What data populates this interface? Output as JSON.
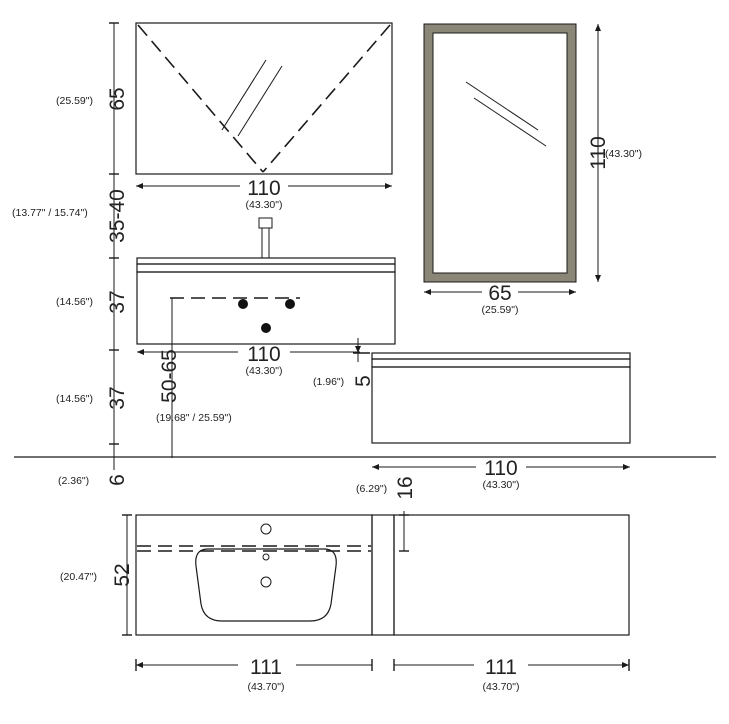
{
  "mirror_cabinet": {
    "width_cm": "110",
    "width_in": "(43.30\")",
    "height_cm": "65",
    "height_in": "(25.59\")",
    "gap_cm": "35-40",
    "gap_in": "(13.77\" / 15.74\")"
  },
  "framed_mirror": {
    "width_cm": "65",
    "width_in": "(25.59\")",
    "height_cm": "110",
    "height_in": "(43.30\")"
  },
  "vanity_front": {
    "width_cm": "110",
    "width_in": "(43.30\")",
    "height_cm": "37",
    "height_in": "(14.56\")",
    "drain_height_cm": "50-65",
    "drain_height_in": "(19.68\" / 25.59\")"
  },
  "lower_gap": {
    "height_cm": "37",
    "height_in": "(14.56\")",
    "floor_cm": "6",
    "floor_in": "(2.36\")"
  },
  "side_cabinet": {
    "width_cm": "110",
    "width_in": "(43.30\")",
    "top_cm": "5",
    "top_in": "(1.96\")"
  },
  "top_view": {
    "depth_cm": "52",
    "depth_in": "(20.47\")",
    "offset_cm": "16",
    "offset_in": "(6.29\")",
    "left_width_cm": "111",
    "left_width_in": "(43.70\")",
    "right_width_cm": "111",
    "right_width_in": "(43.70\")"
  },
  "colors": {
    "line": "#1a1a1a",
    "mirror_frame": "#8b8778"
  }
}
